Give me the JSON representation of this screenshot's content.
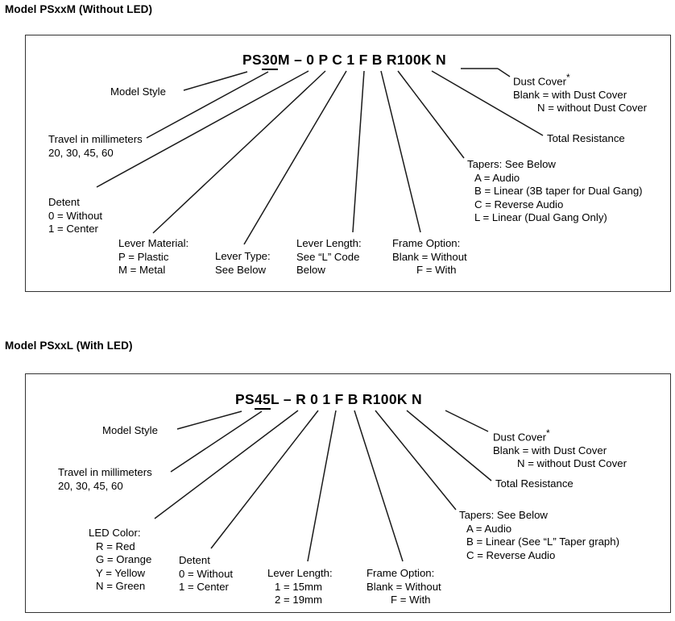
{
  "page": {
    "background_color": "#ffffff",
    "text_color": "#000000",
    "box_border_color": "#333333"
  },
  "diagrams": [
    {
      "id": "without-led",
      "title": "Model PSxxM (Without LED)",
      "part_number": {
        "prefix": "PS30M",
        "dash": "–",
        "codes": "0 P C 1 F B R100K N",
        "full": "PS30M – 0 P C 1 F B R100K N"
      },
      "callouts": {
        "model_style": {
          "title": "Model Style"
        },
        "travel": {
          "title": "Travel in millimeters",
          "values": "20, 30, 45, 60"
        },
        "detent": {
          "title": "Detent",
          "opt1": "0 = Without",
          "opt2": "1 = Center"
        },
        "lever_material": {
          "title": "Lever Material:",
          "opt1": "P = Plastic",
          "opt2": "M = Metal"
        },
        "lever_type": {
          "title": "Lever Type:",
          "opt1": "See Below"
        },
        "lever_length": {
          "title": "Lever Length:",
          "opt1": "See “L” Code",
          "opt2": "Below"
        },
        "frame_option": {
          "title": "Frame Option:",
          "opt1": "Blank = Without",
          "opt2": "F = With"
        },
        "dust_cover": {
          "title": "Dust Cover",
          "star": "*",
          "opt1": "Blank = with Dust Cover",
          "opt2": "N = without Dust Cover"
        },
        "total_resistance": {
          "title": "Total Resistance"
        },
        "tapers": {
          "title": "Tapers: See Below",
          "opt1": "A = Audio",
          "opt2": "B = Linear (3B taper for Dual Gang)",
          "opt3": "C = Reverse Audio",
          "opt4": "L = Linear (Dual Gang Only)"
        }
      }
    },
    {
      "id": "with-led",
      "title": "Model PSxxL (With LED)",
      "part_number": {
        "prefix": "PS45L",
        "dash": "–",
        "codes": "R 0 1 F B R100K N",
        "full": "PS45L – R 0 1 F B R100K N"
      },
      "callouts": {
        "model_style": {
          "title": "Model Style"
        },
        "travel": {
          "title": "Travel in millimeters",
          "values": "20, 30, 45, 60"
        },
        "led_color": {
          "title": "LED Color:",
          "opt1": "R = Red",
          "opt2": "G = Orange",
          "opt3": "Y = Yellow",
          "opt4": "N = Green"
        },
        "detent": {
          "title": "Detent",
          "opt1": "0 = Without",
          "opt2": "1 = Center"
        },
        "lever_length": {
          "title": "Lever Length:",
          "opt1": "1 = 15mm",
          "opt2": "2 = 19mm"
        },
        "frame_option": {
          "title": "Frame Option:",
          "opt1": "Blank = Without",
          "opt2": "F = With"
        },
        "dust_cover": {
          "title": "Dust Cover",
          "star": "*",
          "opt1": "Blank = with Dust Cover",
          "opt2": "N = without Dust Cover"
        },
        "total_resistance": {
          "title": "Total Resistance"
        },
        "tapers": {
          "title": "Tapers: See Below",
          "opt1": "A = Audio",
          "opt2": "B = Linear (See “L” Taper graph)",
          "opt3": "C = Reverse Audio"
        }
      }
    }
  ]
}
